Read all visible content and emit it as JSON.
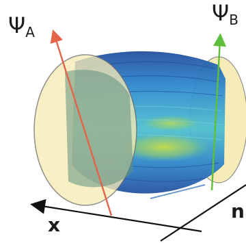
{
  "figure": {
    "label_psi_a_symbol": "Ψ",
    "label_psi_a_sub": "A",
    "label_psi_b_symbol": "Ψ",
    "label_psi_b_sub": "B",
    "axis_x_label": "x",
    "axis_n_label": "n"
  },
  "colors": {
    "plane_fill": "#f7ebb4",
    "plane_stroke": "#6f6f6f",
    "arrow_a": "#e4644a",
    "arrow_b": "#5fbf3a",
    "axis": "#111111",
    "tube_dark": "#2d5fb0",
    "tube_mid": "#2f9ad0",
    "tube_light": "#52c6cf",
    "tube_core": "#c6d83e"
  },
  "icons": {
    "arrow_a": "red-arrow-icon",
    "arrow_b": "green-arrow-icon"
  }
}
